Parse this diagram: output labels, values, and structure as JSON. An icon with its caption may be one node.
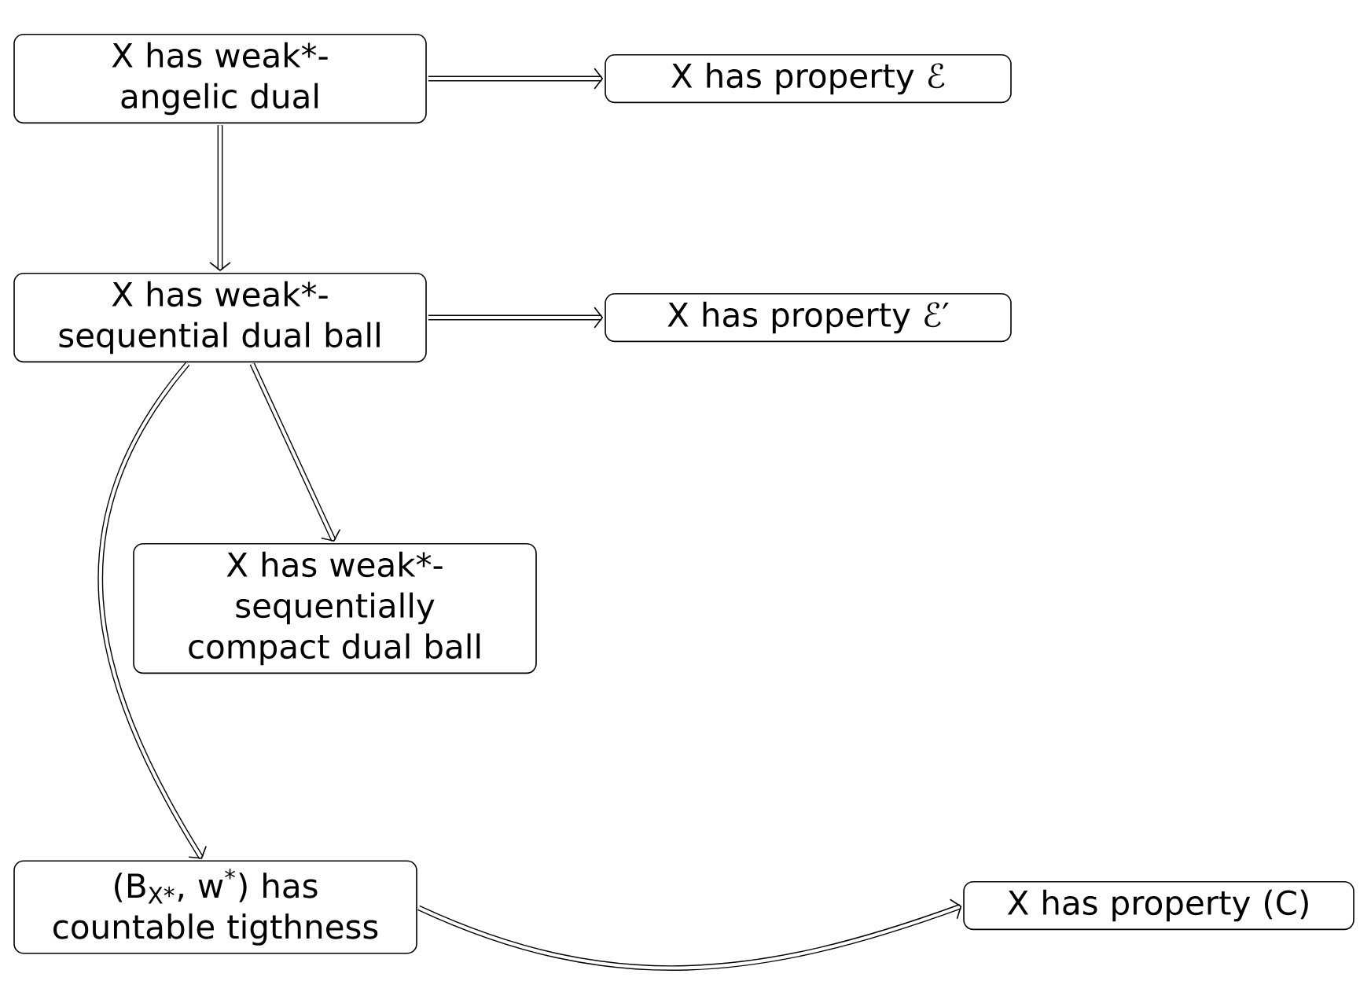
{
  "diagram": {
    "nodes": [
      {
        "text": [
          "X has weak*-angelic dual"
        ]
      },
      {
        "text": [
          "X has property ℰ"
        ]
      },
      {
        "text": [
          "X has weak*-sequential dual ball"
        ]
      },
      {
        "text": [
          "X has property ℰ′"
        ]
      },
      {
        "text": [
          "X has weak*-sequentially compact dual ball"
        ]
      },
      {
        "text": [
          "(B$_{X*}$, w$^{*}$) has countable tigthness"
        ]
      },
      {
        "text": [
          "X has property (C)"
        ]
      }
    ],
    "edges": [
      {
        "from": 0,
        "to": 1,
        "arrow": "to"
      },
      {
        "from": 0,
        "to": 2,
        "arrow": "to"
      },
      {
        "from": 2,
        "to": 3,
        "arrow": "to"
      },
      {
        "from": 2,
        "to": 4,
        "arrow": "to"
      },
      {
        "from": 2,
        "to": 5,
        "arrow": "to"
      },
      {
        "from": 5,
        "to": 6,
        "arrow": "to"
      }
    ]
  }
}
